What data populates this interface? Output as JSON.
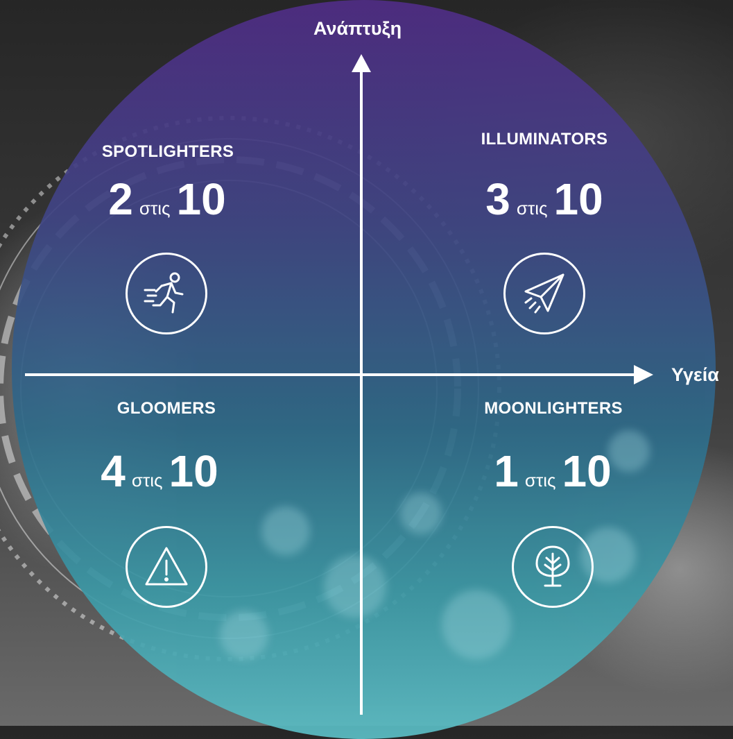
{
  "axes": {
    "vertical_label": "Ανάπτυξη",
    "horizontal_label": "Υγεία"
  },
  "quadrants": [
    {
      "id": "spotlighters",
      "title": "SPOTLIGHTERS",
      "count": "2",
      "connector": "στις",
      "total": "10",
      "icon": "running-person-icon"
    },
    {
      "id": "illuminators",
      "title": "ILLUMINATORS",
      "count": "3",
      "connector": "στις",
      "total": "10",
      "icon": "paper-plane-icon"
    },
    {
      "id": "gloomers",
      "title": "GLOOMERS",
      "count": "4",
      "connector": "στις",
      "total": "10",
      "icon": "warning-triangle-icon"
    },
    {
      "id": "moonlighters",
      "title": "MOONLIGHTERS",
      "count": "1",
      "connector": "στις",
      "total": "10",
      "icon": "tree-icon"
    }
  ]
}
